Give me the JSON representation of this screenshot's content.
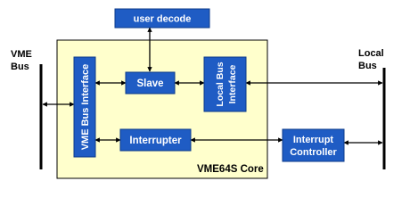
{
  "diagram": {
    "core_label": "VME64S Core",
    "vme_bus": {
      "line1": "VME",
      "line2": "Bus"
    },
    "local_bus": {
      "line1": "Local",
      "line2": "Bus"
    },
    "blocks": {
      "user_decode": "user decode",
      "vme_bus_interface": "VME Bus Interface",
      "slave": "Slave",
      "local_bus_interface": {
        "line1": "Local Bus",
        "line2": "Interface"
      },
      "interrupter": "Interrupter",
      "interrupt_controller": {
        "line1": "Interrupt",
        "line2": "Controller"
      }
    },
    "colors": {
      "core_fill": "#ffffcc",
      "block_fill": "#1f5cc4",
      "block_border": "#0b3a8a",
      "block_text": "#ffffff",
      "line": "#000000"
    }
  }
}
